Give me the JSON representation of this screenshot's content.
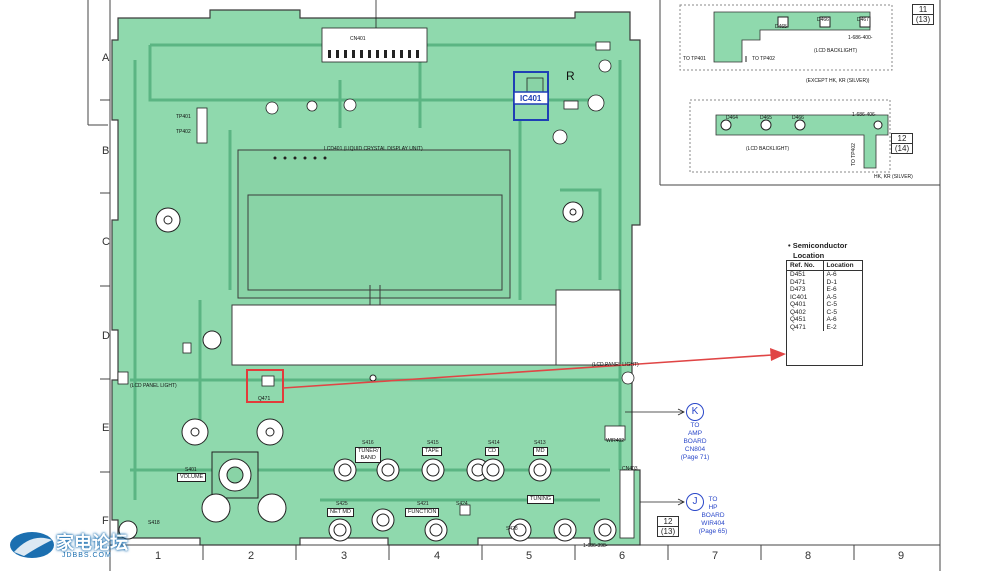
{
  "grid": {
    "rows": [
      "A",
      "B",
      "C",
      "D",
      "E",
      "F"
    ],
    "columns": [
      "1",
      "2",
      "3",
      "4",
      "5",
      "6",
      "7",
      "8",
      "9"
    ]
  },
  "semiconductor_table": {
    "title": "• Semiconductor",
    "subtitle": "Location",
    "headers": [
      "Ref. No.",
      "Location"
    ],
    "rows": [
      [
        "D451",
        "A-6"
      ],
      [
        "D471",
        "D-1"
      ],
      [
        "D473",
        "E-6"
      ],
      [
        "",
        ""
      ],
      [
        "IC401",
        "A-5"
      ],
      [
        "",
        ""
      ],
      [
        "Q401",
        "C-5"
      ],
      [
        "Q402",
        "C-5"
      ],
      [
        "Q451",
        "A-6"
      ],
      [
        "Q471",
        "E-2"
      ]
    ]
  },
  "connectors": [
    {
      "letter": "K",
      "lines": [
        "TO",
        "AMP",
        "BOARD",
        "CN804",
        "(Page 71)"
      ]
    },
    {
      "letter": "J",
      "lines": [
        "TO",
        "HP",
        "BOARD",
        "WIR404",
        "(Page 65)"
      ]
    }
  ],
  "sheet_numbers": {
    "top": [
      "11",
      "(13)"
    ],
    "middle": [
      "12",
      "(14)"
    ],
    "bottom": [
      "12",
      "(13)"
    ]
  },
  "insets": {
    "top": {
      "part_no": "1-686-400-",
      "backlight": "(LCD BACKLIGHT)",
      "note": "(EXCEPT HK, KR (SILVER))",
      "tp401": "TO TP401",
      "tp402": "TO TP402",
      "d465": "D465",
      "d466": "D466",
      "d467": "D467"
    },
    "bottom": {
      "part_no": "1-686-406-",
      "backlight": "(LCD BACKLIGHT)",
      "note": "HK, KR (SILVER)",
      "tp": "TO TP402",
      "d464": "D464",
      "d465": "D465",
      "d466": "D466"
    }
  },
  "highlight": {
    "ic_label": "IC401",
    "q_label": "Q471"
  },
  "board": {
    "part_no": "1-686-398-",
    "lcd_label": "LCD401 (LIQUID CRYSTAL DISPLAY UNIT)",
    "cn401": "CN401",
    "tp401": "TP401",
    "tp402": "TP402",
    "panel_light_left": "(LCD PANEL LIGHT)",
    "panel_light_right": "(LCD PANEL LIGHT)",
    "wir402": "WIR402",
    "cn403": "CN403",
    "volume": "VOLUME",
    "s401": "S401",
    "buttons": [
      {
        "ref": "S416",
        "label": "TUNER/\nBAND"
      },
      {
        "ref": "S415",
        "label": "TAPE"
      },
      {
        "ref": "S414",
        "label": "CD"
      },
      {
        "ref": "S413",
        "label": "MD"
      }
    ],
    "lower_buttons": [
      {
        "ref": "S425",
        "label": "NET MD"
      },
      {
        "ref": "S421",
        "label": "FUNCTION"
      },
      {
        "ref": "S424",
        "label": ""
      },
      {
        "ref": "S428",
        "label": ""
      }
    ],
    "tuning": "TUNING",
    "s418": "S418",
    "r_mark": "R"
  },
  "watermark": {
    "title": "家电论坛",
    "url": "JDBBS.COM"
  },
  "colors": {
    "board": "#8fd9ad",
    "track": "#6fc797",
    "highlight_blue": "#1f3fb5",
    "highlight_red": "#e23b3b",
    "arrow": "#e04545"
  }
}
